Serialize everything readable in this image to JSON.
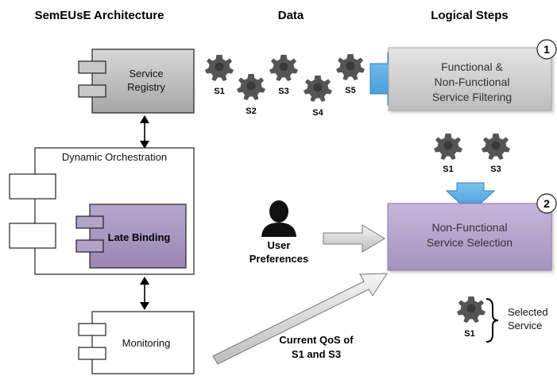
{
  "headers": {
    "architecture": "SemEUsE Architecture",
    "data": "Data",
    "logical_steps": "Logical Steps"
  },
  "components": {
    "service_registry": [
      "Service",
      "Registry"
    ],
    "dynamic_orchestration": "Dynamic Orchestration",
    "late_binding": "Late Binding",
    "monitoring": "Monitoring"
  },
  "services": {
    "s1": "S1",
    "s2": "S2",
    "s3": "S3",
    "s4": "S4",
    "s5": "S5"
  },
  "steps": {
    "filtering": {
      "number": "1",
      "lines": [
        "Functional &",
        "Non-Functional",
        "Service Filtering"
      ]
    },
    "selection": {
      "number": "2",
      "lines": [
        "Non-Functional",
        "Service Selection"
      ]
    }
  },
  "user_preferences": [
    "User",
    "Preferences"
  ],
  "current_qos": [
    "Current QoS of",
    "S1 and S3"
  ],
  "selected_service": [
    "Selected",
    "Service"
  ],
  "colors": {
    "registry_fill": "#bdbdbd",
    "late_binding_fill": "#a996c0",
    "filter_fill": "#cfcfcf",
    "selection_fill": "#b4a6cb",
    "blue_arrow": "#5aaee4",
    "gear": "#555555"
  },
  "icons": [
    "gear-icon",
    "user-silhouette-icon",
    "bidirectional-arrow-icon",
    "blue-arrow-icon",
    "curly-brace-icon"
  ]
}
